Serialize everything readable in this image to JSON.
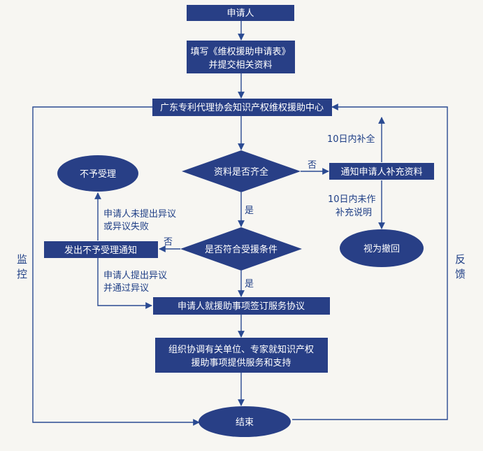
{
  "colors": {
    "node_fill": "#283f86",
    "line": "#2a4a92",
    "text_on_node": "#ffffff",
    "label_text": "#1f3f86"
  },
  "nodes": {
    "applicant": "申请人",
    "fill_form_line1": "填写《维权援助申请表》",
    "fill_form_line2": "并提交相关资料",
    "center": "广东专利代理协会知识产权维权援助中心",
    "materials_complete": "资料是否齐全",
    "notify_supplement": "通知申请人补充资料",
    "not_accepted": "不予受理",
    "treated_as_withdrawn": "视为撤回",
    "meets_conditions": "是否符合受援条件",
    "issue_rejection_notice": "发出不予受理通知",
    "sign_agreement": "申请人就援助事项签订服务协议",
    "organize_line1": "组织协调有关单位、专家就知识产权",
    "organize_line2": "援助事项提供服务和支持",
    "end": "结束"
  },
  "edge_labels": {
    "no_1": "否",
    "yes_1": "是",
    "no_2": "否",
    "yes_2": "是",
    "supplement_within_10_days": "10日内补全",
    "not_explained_line1": "10日内未作",
    "not_explained_line2": "补充说明",
    "no_objection_line1": "申请人未提出异议",
    "no_objection_line2": "或异议失败",
    "objection_line1": "申请人提出异议",
    "objection_line2": "并通过异议"
  },
  "side_labels": {
    "monitor_1": "监",
    "monitor_2": "控",
    "feedback_1": "反",
    "feedback_2": "馈"
  }
}
